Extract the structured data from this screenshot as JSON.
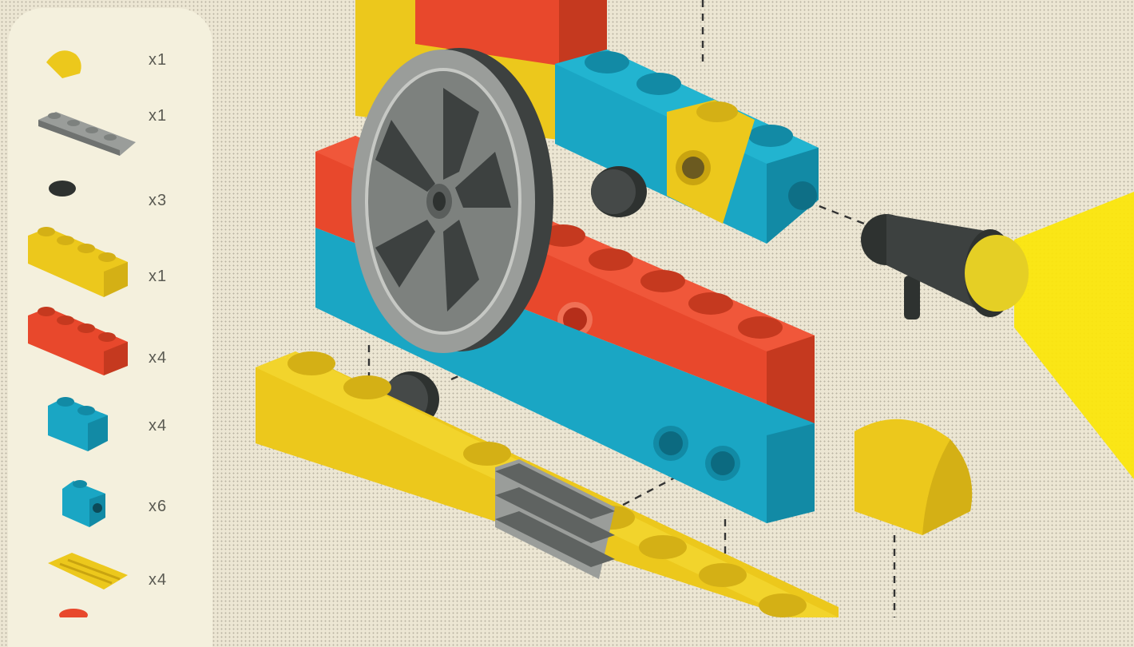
{
  "parts_list": [
    {
      "icon": "yellow-curved-slope-icon",
      "count": "x1"
    },
    {
      "icon": "gray-plate-1x5-icon",
      "count": "x1"
    },
    {
      "icon": "black-round-tile-icon",
      "count": "x3"
    },
    {
      "icon": "yellow-brick-1x4-icon",
      "count": "x1"
    },
    {
      "icon": "red-brick-1x4-icon",
      "count": "x4"
    },
    {
      "icon": "blue-brick-1x2-icon",
      "count": "x4"
    },
    {
      "icon": "blue-technic-brick-icon",
      "count": "x6"
    },
    {
      "icon": "yellow-grille-tile-icon",
      "count": "x4"
    }
  ],
  "colors": {
    "background": "#ece6d3",
    "panel": "#f4f0dd",
    "yellow": "#f2cf1c",
    "red": "#e8482c",
    "blue": "#18a0bd",
    "gray": "#9a9d9a",
    "dark": "#3d4140",
    "light_beam": "#fbe60c"
  }
}
